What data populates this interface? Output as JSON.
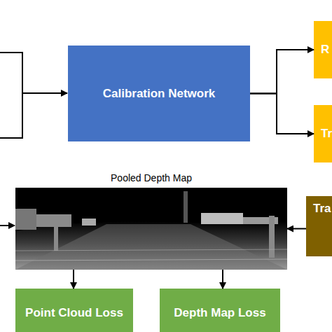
{
  "diagram": {
    "nodes": [
      {
        "text": [
          "Calibration Network"
        ]
      },
      {
        "text": [
          "R"
        ]
      },
      {
        "text": [
          "Tr"
        ]
      },
      {
        "text": [
          "Pooled Depth Map"
        ]
      },
      {
        "text": [
          "Tra"
        ]
      },
      {
        "text": [
          "Point Cloud Loss"
        ]
      },
      {
        "text": [
          "Depth Map Loss"
        ]
      }
    ],
    "edges": [
      {
        "from": 0,
        "to": 1,
        "arrow": "to"
      },
      {
        "from": 0,
        "to": 2,
        "arrow": "to"
      },
      {
        "from": 4,
        "to": 3,
        "arrow": "to"
      },
      {
        "from": 3,
        "to": 5,
        "arrow": "to"
      },
      {
        "from": 3,
        "to": 6,
        "arrow": "to"
      }
    ]
  }
}
